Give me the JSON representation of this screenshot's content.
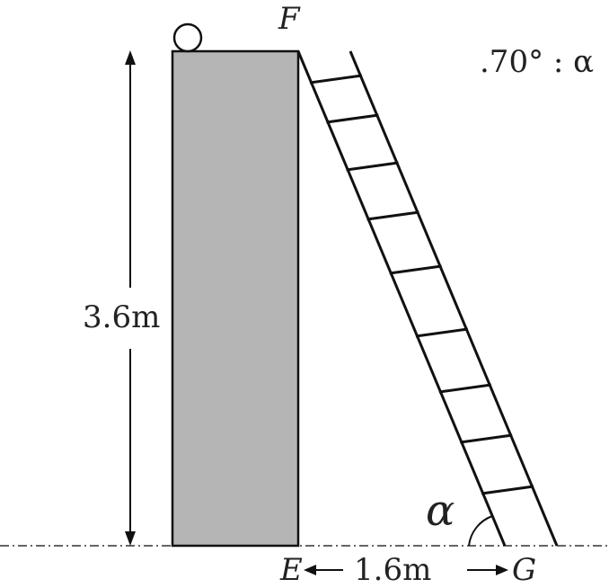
{
  "labels": {
    "top_point": "F",
    "base_point": "E",
    "foot_point": "G",
    "height": "3.6m",
    "distance": "1.6m",
    "angle_symbol": "α",
    "given_angle": ".70° : α"
  },
  "colors": {
    "wall_fill": "#b5b5b5",
    "stroke": "#111111"
  },
  "icons": {
    "top_object": "ball-icon"
  }
}
